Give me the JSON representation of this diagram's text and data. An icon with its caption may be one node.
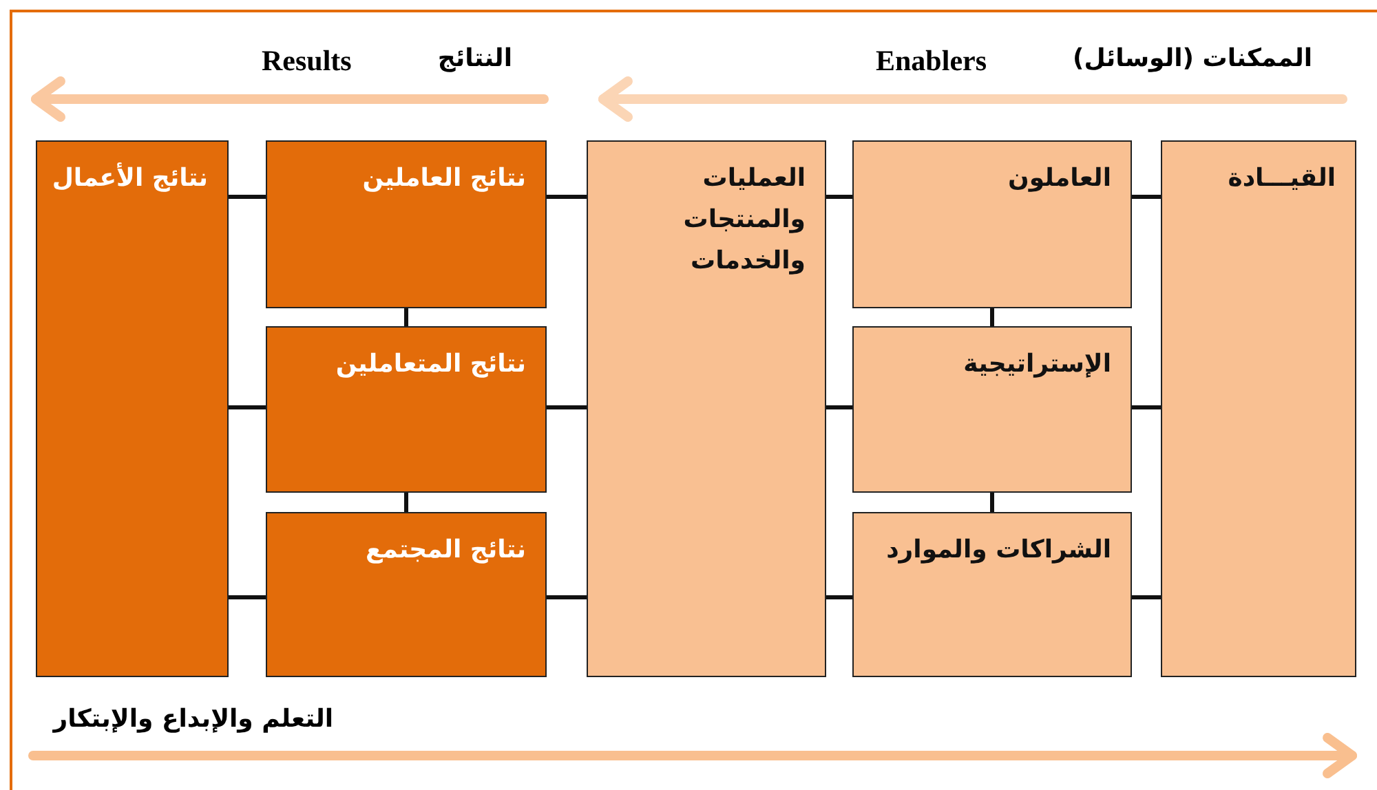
{
  "diagram": {
    "nodes": [
      {
        "text": [
          "القيـــادة"
        ]
      },
      {
        "text": [
          "العاملون"
        ]
      },
      {
        "text": [
          "الإستراتيجية"
        ]
      },
      {
        "text": [
          "الشراكات والموارد"
        ]
      },
      {
        "text": [
          "العمليات والمنتجات والخدمات"
        ]
      },
      {
        "text": [
          "نتائج العاملين"
        ]
      },
      {
        "text": [
          "نتائج المتعاملين"
        ]
      },
      {
        "text": [
          "نتائج المجتمع"
        ]
      },
      {
        "text": [
          "نتائج الأعمال"
        ]
      }
    ],
    "edges": [
      {
        "from": 0,
        "to": 1,
        "arrow": "none"
      },
      {
        "from": 0,
        "to": 2,
        "arrow": "none"
      },
      {
        "from": 0,
        "to": 3,
        "arrow": "none"
      },
      {
        "from": 1,
        "to": 2,
        "arrow": "none"
      },
      {
        "from": 2,
        "to": 3,
        "arrow": "none"
      },
      {
        "from": 1,
        "to": 4,
        "arrow": "none"
      },
      {
        "from": 2,
        "to": 4,
        "arrow": "none"
      },
      {
        "from": 3,
        "to": 4,
        "arrow": "none"
      },
      {
        "from": 4,
        "to": 5,
        "arrow": "none"
      },
      {
        "from": 4,
        "to": 6,
        "arrow": "none"
      },
      {
        "from": 4,
        "to": 7,
        "arrow": "none"
      },
      {
        "from": 5,
        "to": 6,
        "arrow": "none"
      },
      {
        "from": 6,
        "to": 7,
        "arrow": "none"
      },
      {
        "from": 5,
        "to": 8,
        "arrow": "none"
      },
      {
        "from": 6,
        "to": 8,
        "arrow": "none"
      },
      {
        "from": 7,
        "to": 8,
        "arrow": "none"
      }
    ],
    "labels": [
      "الممكنات (الوسائل)",
      "Enablers",
      "النتائج",
      "Results",
      "التعلم والإبداع والإبتكار"
    ]
  }
}
